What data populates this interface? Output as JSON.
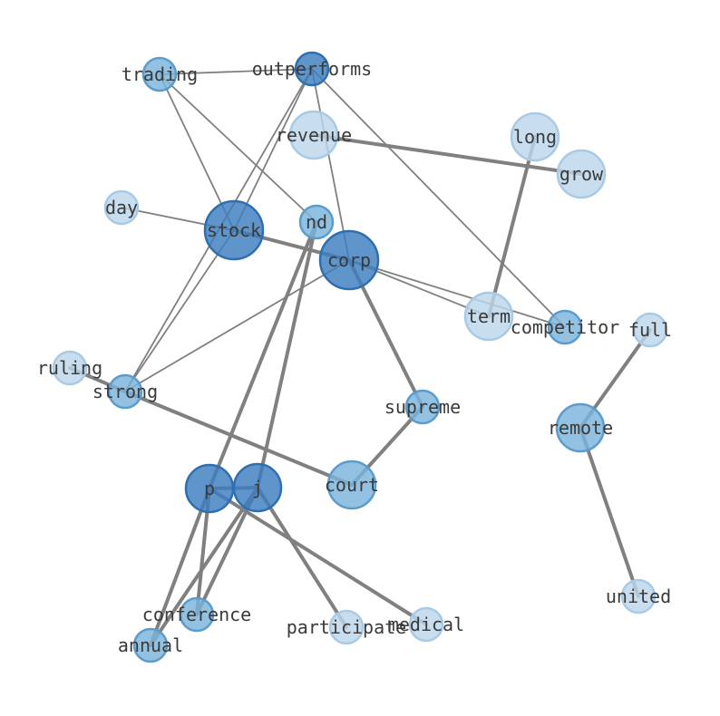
{
  "colors": {
    "background": "#ffffff",
    "edge": "#808080",
    "label": "#3a3a3a",
    "level_dark": {
      "fill": "#3d7ebf",
      "stroke": "#2f6faf"
    },
    "level_mid": {
      "fill": "#7ab3dc",
      "stroke": "#5b9ccc"
    },
    "level_light": {
      "fill": "#bcd7ec",
      "stroke": "#a8cae6"
    }
  },
  "nodes": [
    {
      "id": "trading",
      "label": "trading",
      "level": "mid"
    },
    {
      "id": "outperforms",
      "label": "outperforms",
      "level": "dark"
    },
    {
      "id": "revenue",
      "label": "revenue",
      "level": "light"
    },
    {
      "id": "long",
      "label": "long",
      "level": "light"
    },
    {
      "id": "grow",
      "label": "grow",
      "level": "light"
    },
    {
      "id": "day",
      "label": "day",
      "level": "light"
    },
    {
      "id": "stock",
      "label": "stock",
      "level": "dark"
    },
    {
      "id": "nd",
      "label": "nd",
      "level": "mid"
    },
    {
      "id": "corp",
      "label": "corp",
      "level": "dark"
    },
    {
      "id": "term",
      "label": "term",
      "level": "light"
    },
    {
      "id": "competitor",
      "label": "competitor",
      "level": "mid"
    },
    {
      "id": "full",
      "label": "full",
      "level": "light"
    },
    {
      "id": "ruling",
      "label": "ruling",
      "level": "light"
    },
    {
      "id": "strong",
      "label": "strong",
      "level": "mid"
    },
    {
      "id": "supreme",
      "label": "supreme",
      "level": "mid"
    },
    {
      "id": "remote",
      "label": "remote",
      "level": "mid"
    },
    {
      "id": "court",
      "label": "court",
      "level": "mid"
    },
    {
      "id": "p",
      "label": "p",
      "level": "dark"
    },
    {
      "id": "j",
      "label": "j",
      "level": "dark"
    },
    {
      "id": "conference",
      "label": "conference",
      "level": "mid"
    },
    {
      "id": "annual",
      "label": "annual",
      "level": "mid"
    },
    {
      "id": "participate",
      "label": "participate",
      "level": "light"
    },
    {
      "id": "medical",
      "label": "medical",
      "level": "light"
    },
    {
      "id": "united",
      "label": "united",
      "level": "light"
    }
  ],
  "edges": [
    {
      "source": "trading",
      "target": "outperforms",
      "weight": "thin"
    },
    {
      "source": "trading",
      "target": "stock",
      "weight": "thin"
    },
    {
      "source": "trading",
      "target": "nd",
      "weight": "thin"
    },
    {
      "source": "outperforms",
      "target": "stock",
      "weight": "thin"
    },
    {
      "source": "outperforms",
      "target": "strong",
      "weight": "thin"
    },
    {
      "source": "outperforms",
      "target": "corp",
      "weight": "thin"
    },
    {
      "source": "outperforms",
      "target": "competitor",
      "weight": "thin"
    },
    {
      "source": "day",
      "target": "stock",
      "weight": "thin"
    },
    {
      "source": "stock",
      "target": "corp",
      "weight": "thick"
    },
    {
      "source": "stock",
      "target": "strong",
      "weight": "thin"
    },
    {
      "source": "corp",
      "target": "strong",
      "weight": "thin"
    },
    {
      "source": "corp",
      "target": "competitor",
      "weight": "thin"
    },
    {
      "source": "corp",
      "target": "term",
      "weight": "thin"
    },
    {
      "source": "corp",
      "target": "supreme",
      "weight": "thick"
    },
    {
      "source": "revenue",
      "target": "grow",
      "weight": "thick"
    },
    {
      "source": "long",
      "target": "term",
      "weight": "thick"
    },
    {
      "source": "full",
      "target": "remote",
      "weight": "thick"
    },
    {
      "source": "remote",
      "target": "united",
      "weight": "thick"
    },
    {
      "source": "ruling",
      "target": "strong",
      "weight": "thick"
    },
    {
      "source": "strong",
      "target": "court",
      "weight": "thick"
    },
    {
      "source": "supreme",
      "target": "court",
      "weight": "thick"
    },
    {
      "source": "nd",
      "target": "p",
      "weight": "thick"
    },
    {
      "source": "nd",
      "target": "j",
      "weight": "thick"
    },
    {
      "source": "p",
      "target": "j",
      "weight": "thick"
    },
    {
      "source": "p",
      "target": "conference",
      "weight": "thick"
    },
    {
      "source": "p",
      "target": "annual",
      "weight": "thick"
    },
    {
      "source": "p",
      "target": "medical",
      "weight": "thick"
    },
    {
      "source": "j",
      "target": "conference",
      "weight": "thick"
    },
    {
      "source": "j",
      "target": "annual",
      "weight": "thick"
    },
    {
      "source": "j",
      "target": "participate",
      "weight": "thick"
    }
  ]
}
